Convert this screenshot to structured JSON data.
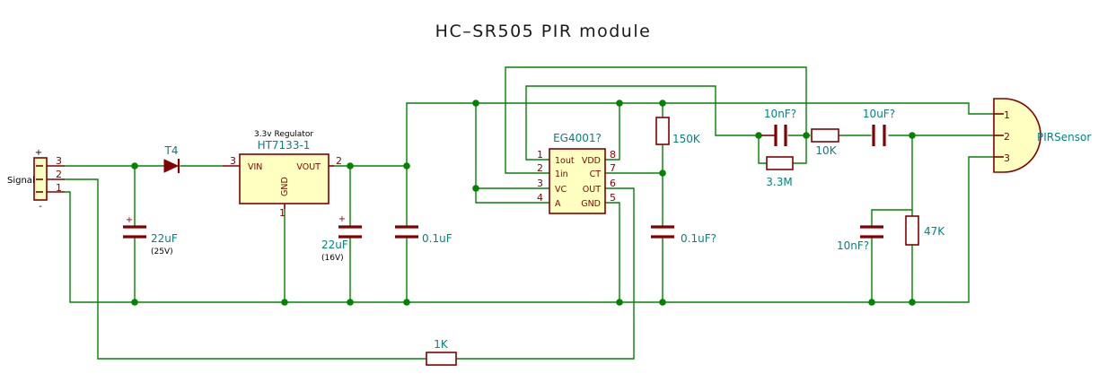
{
  "title": "HC–SR505 PIR module",
  "connector": {
    "label": "Signal",
    "pins": [
      "3",
      "2",
      "1"
    ],
    "plus": "+",
    "minus": "-"
  },
  "diode": {
    "ref": "T4"
  },
  "caps": {
    "c1": {
      "value": "22uF",
      "note": "(25V)",
      "plus": "+"
    },
    "c2": {
      "value": "22uF",
      "note": "(16V)",
      "plus": "+"
    },
    "c3": {
      "value": "0.1uF"
    },
    "c4": {
      "value": "0.1uF?"
    },
    "c5": {
      "value": "10nF?"
    },
    "c6": {
      "value": "10uF?"
    },
    "c7": {
      "value": "10nF?"
    }
  },
  "regulator": {
    "desc": "3.3v Regulator",
    "part": "HT7133-1",
    "pin_vin": "VIN",
    "pin_vout": "VOUT",
    "pin_gnd": "GND",
    "pin3": "3",
    "pin2": "2",
    "pin1": "1"
  },
  "ic": {
    "part": "EG4001?",
    "left_pins": [
      {
        "num": "1",
        "name": "1out"
      },
      {
        "num": "2",
        "name": "1in"
      },
      {
        "num": "3",
        "name": "VC"
      },
      {
        "num": "4",
        "name": "A"
      }
    ],
    "right_pins": [
      {
        "num": "8",
        "name": "VDD"
      },
      {
        "num": "7",
        "name": "CT"
      },
      {
        "num": "6",
        "name": "OUT"
      },
      {
        "num": "5",
        "name": "GND"
      }
    ]
  },
  "resistors": {
    "r150k": "150K",
    "r10k": "10K",
    "r3m3": "3.3M",
    "r47k": "47K",
    "r1k": "1K"
  },
  "pir": {
    "ref": "PIRSensor",
    "pins": [
      "1",
      "2",
      "3"
    ]
  },
  "colors": {
    "wire": "#008400",
    "body": "#840000",
    "fill": "#ffffc2",
    "label": "#008484"
  }
}
